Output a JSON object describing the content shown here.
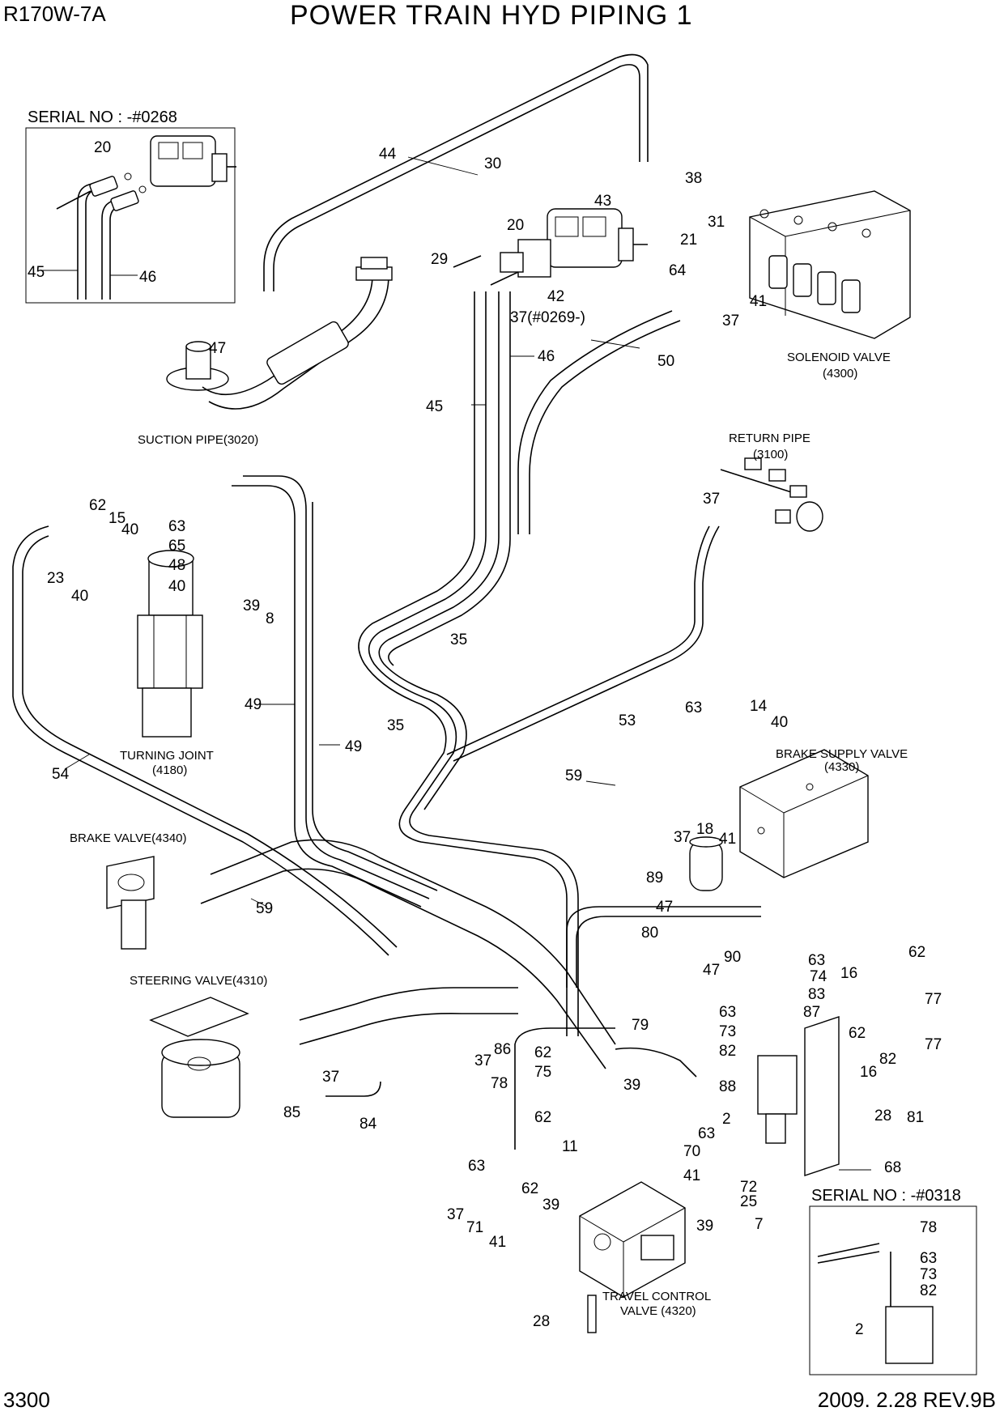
{
  "header": {
    "model": "R170W-7A",
    "title": "POWER TRAIN HYD PIPING 1"
  },
  "footer": {
    "page_number": "3300",
    "revision": "2009. 2.28  REV.9B"
  },
  "insets": {
    "top": "SERIAL NO : -#0268",
    "bottom": "SERIAL NO : -#0318"
  },
  "components": [
    {
      "id": "suction",
      "name": "SUCTION PIPE(3020)"
    },
    {
      "id": "solenoid",
      "name": "SOLENOID VALVE",
      "code": "(4300)"
    },
    {
      "id": "return",
      "name": "RETURN PIPE",
      "code": "(3100)"
    },
    {
      "id": "turning",
      "name": "TURNING JOINT",
      "code": "(4180)"
    },
    {
      "id": "brakesupply",
      "name": "BRAKE SUPPLY VALVE",
      "code": "(4330)"
    },
    {
      "id": "brakevalve",
      "name": "BRAKE VALVE(4340)"
    },
    {
      "id": "steering",
      "name": "STEERING VALVE(4310)"
    },
    {
      "id": "travel",
      "name": "TRAVEL CONTROL",
      "code": "VALVE (4320)"
    }
  ],
  "callouts": [
    {
      "n": "20"
    },
    {
      "n": "45"
    },
    {
      "n": "46"
    },
    {
      "n": "44"
    },
    {
      "n": "30"
    },
    {
      "n": "38"
    },
    {
      "n": "43"
    },
    {
      "n": "31"
    },
    {
      "n": "20"
    },
    {
      "n": "21"
    },
    {
      "n": "29"
    },
    {
      "n": "42"
    },
    {
      "n": "64"
    },
    {
      "n": "41"
    },
    {
      "n": "37(#0269-)"
    },
    {
      "n": "37"
    },
    {
      "n": "46"
    },
    {
      "n": "50"
    },
    {
      "n": "47"
    },
    {
      "n": "45"
    },
    {
      "n": "62"
    },
    {
      "n": "15"
    },
    {
      "n": "40"
    },
    {
      "n": "63"
    },
    {
      "n": "65"
    },
    {
      "n": "48"
    },
    {
      "n": "23"
    },
    {
      "n": "40"
    },
    {
      "n": "40"
    },
    {
      "n": "39"
    },
    {
      "n": "8"
    },
    {
      "n": "37"
    },
    {
      "n": "35"
    },
    {
      "n": "49"
    },
    {
      "n": "49"
    },
    {
      "n": "35"
    },
    {
      "n": "53"
    },
    {
      "n": "63"
    },
    {
      "n": "14"
    },
    {
      "n": "40"
    },
    {
      "n": "54"
    },
    {
      "n": "59"
    },
    {
      "n": "37"
    },
    {
      "n": "18"
    },
    {
      "n": "41"
    },
    {
      "n": "89"
    },
    {
      "n": "47"
    },
    {
      "n": "59"
    },
    {
      "n": "80"
    },
    {
      "n": "90"
    },
    {
      "n": "63"
    },
    {
      "n": "62"
    },
    {
      "n": "47"
    },
    {
      "n": "74"
    },
    {
      "n": "16"
    },
    {
      "n": "77"
    },
    {
      "n": "83"
    },
    {
      "n": "63"
    },
    {
      "n": "87"
    },
    {
      "n": "73"
    },
    {
      "n": "62"
    },
    {
      "n": "77"
    },
    {
      "n": "79"
    },
    {
      "n": "82"
    },
    {
      "n": "86"
    },
    {
      "n": "37"
    },
    {
      "n": "62"
    },
    {
      "n": "82"
    },
    {
      "n": "16"
    },
    {
      "n": "37"
    },
    {
      "n": "75"
    },
    {
      "n": "39"
    },
    {
      "n": "78"
    },
    {
      "n": "88"
    },
    {
      "n": "81"
    },
    {
      "n": "85"
    },
    {
      "n": "84"
    },
    {
      "n": "62"
    },
    {
      "n": "2"
    },
    {
      "n": "28"
    },
    {
      "n": "63"
    },
    {
      "n": "11"
    },
    {
      "n": "70"
    },
    {
      "n": "41"
    },
    {
      "n": "63"
    },
    {
      "n": "62"
    },
    {
      "n": "72"
    },
    {
      "n": "68"
    },
    {
      "n": "39"
    },
    {
      "n": "25"
    },
    {
      "n": "37"
    },
    {
      "n": "71"
    },
    {
      "n": "41"
    },
    {
      "n": "39"
    },
    {
      "n": "7"
    },
    {
      "n": "28"
    },
    {
      "n": "78"
    },
    {
      "n": "63"
    },
    {
      "n": "73"
    },
    {
      "n": "82"
    },
    {
      "n": "2"
    }
  ]
}
